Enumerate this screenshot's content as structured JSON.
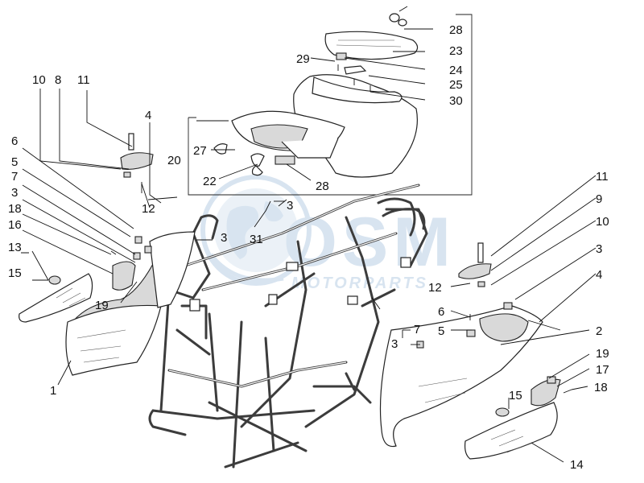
{
  "watermark": {
    "brand": "OSM",
    "tagline": "MOTORPARTS",
    "color": "#b9cfe4"
  },
  "callouts": {
    "c1": "1",
    "c2": "2",
    "c3a": "3",
    "c3b": "3",
    "c3c": "3",
    "c3d": "3",
    "c3e": "3",
    "c4a": "4",
    "c4b": "4",
    "c5a": "5",
    "c5b": "5",
    "c6a": "6",
    "c6b": "6",
    "c7a": "7",
    "c7b": "7",
    "c8": "8",
    "c9": "9",
    "c10a": "10",
    "c10b": "10",
    "c11a": "11",
    "c11b": "11",
    "c12a": "12",
    "c12b": "12",
    "c13": "13",
    "c14": "14",
    "c15a": "15",
    "c15b": "15",
    "c16": "16",
    "c17": "17",
    "c18a": "18",
    "c18b": "18",
    "c19a": "19",
    "c19b": "19",
    "c20": "20",
    "c22": "22",
    "c23": "23",
    "c24": "24",
    "c25": "25",
    "c27": "27",
    "c28a": "28",
    "c28b": "28",
    "c29": "29",
    "c30": "30",
    "c31": "31"
  }
}
